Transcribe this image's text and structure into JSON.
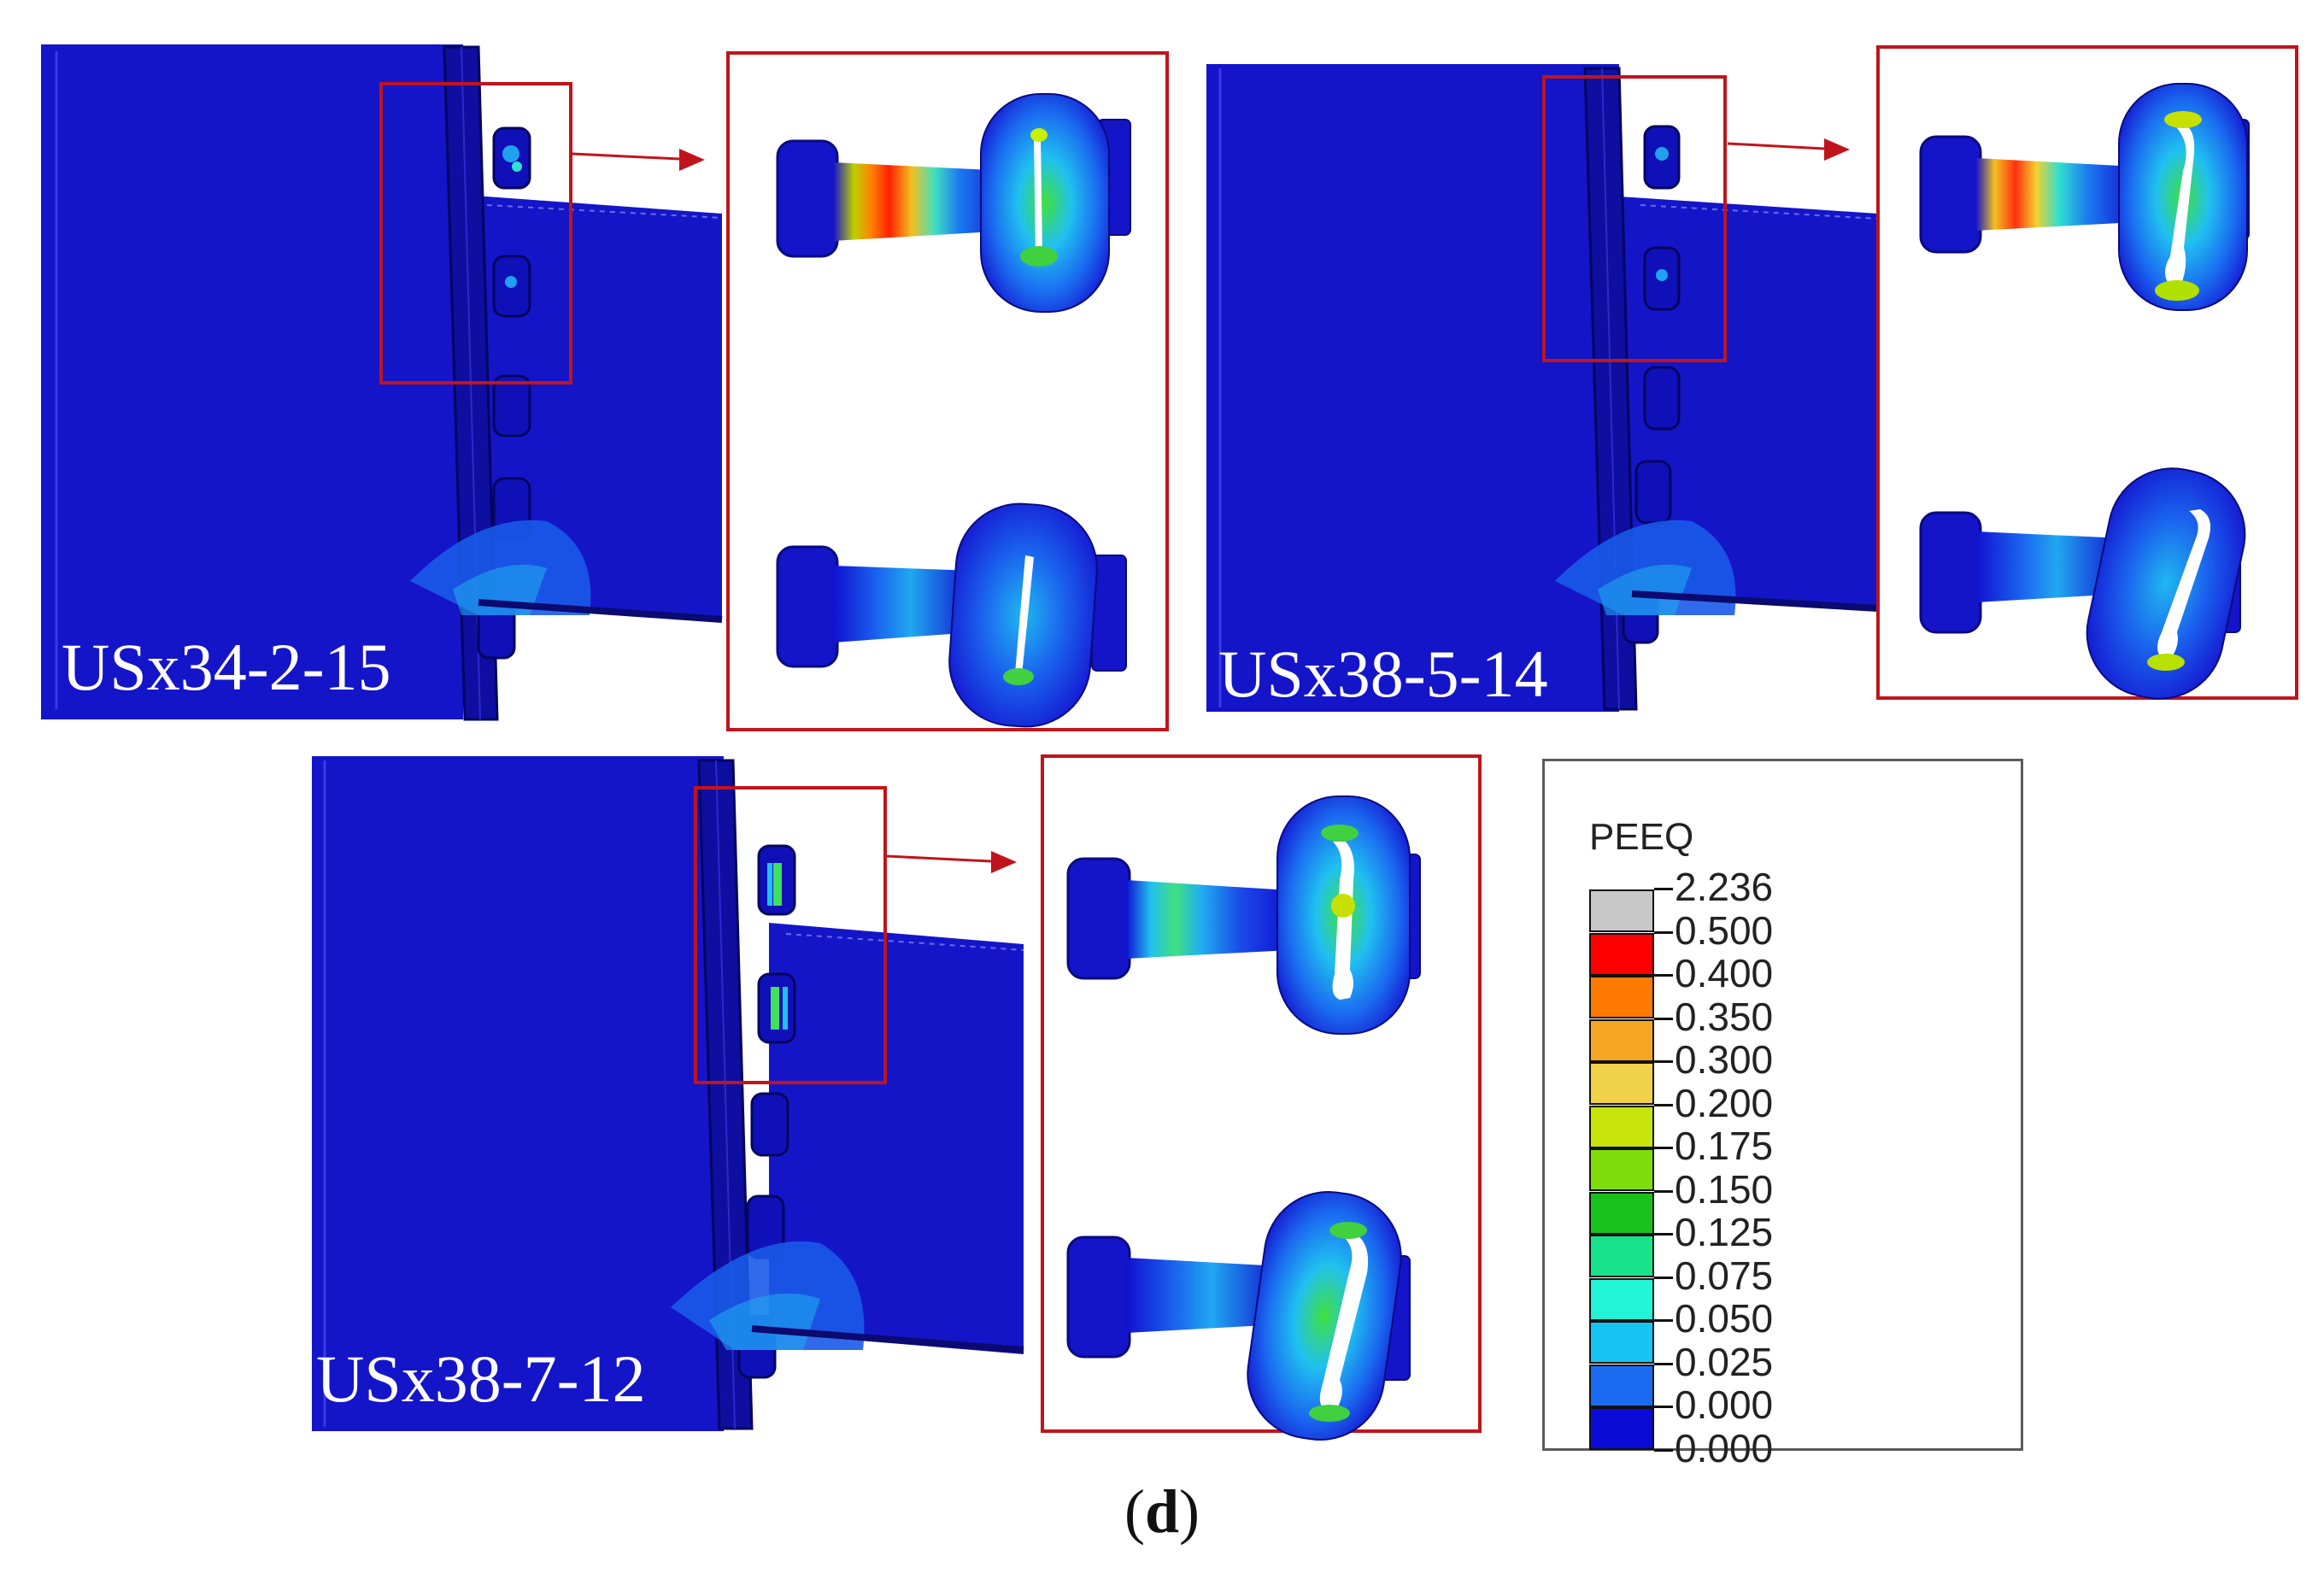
{
  "figure": {
    "panels": [
      {
        "id": "top-left",
        "specimen_label": "USx34-2-15"
      },
      {
        "id": "top-right",
        "specimen_label": "USx38-5-14"
      },
      {
        "id": "bottom",
        "specimen_label": "USx38-7-12"
      }
    ],
    "caption": {
      "open": "(",
      "letter": "d",
      "close": ")"
    }
  },
  "legend": {
    "title": "PEEQ",
    "entries": [
      {
        "value": "2.236",
        "color": "#c8c8c8"
      },
      {
        "value": "0.500",
        "color": "#ff0000"
      },
      {
        "value": "0.400",
        "color": "#ff7a00"
      },
      {
        "value": "0.350",
        "color": "#f5a623"
      },
      {
        "value": "0.300",
        "color": "#f2d24a"
      },
      {
        "value": "0.200",
        "color": "#c6e30a"
      },
      {
        "value": "0.175",
        "color": "#7fdc0b"
      },
      {
        "value": "0.150",
        "color": "#18c21a"
      },
      {
        "value": "0.125",
        "color": "#19e38a"
      },
      {
        "value": "0.075",
        "color": "#22f5d5"
      },
      {
        "value": "0.050",
        "color": "#17c3f2"
      },
      {
        "value": "0.025",
        "color": "#1a6bf0"
      },
      {
        "value": "0.000",
        "color": "#0b0bd8"
      }
    ],
    "bottom_value": "0.000"
  },
  "colors": {
    "model_blue": "#1414c8",
    "model_dark": "#0a0a8a",
    "callout_red": "#c0141c"
  }
}
